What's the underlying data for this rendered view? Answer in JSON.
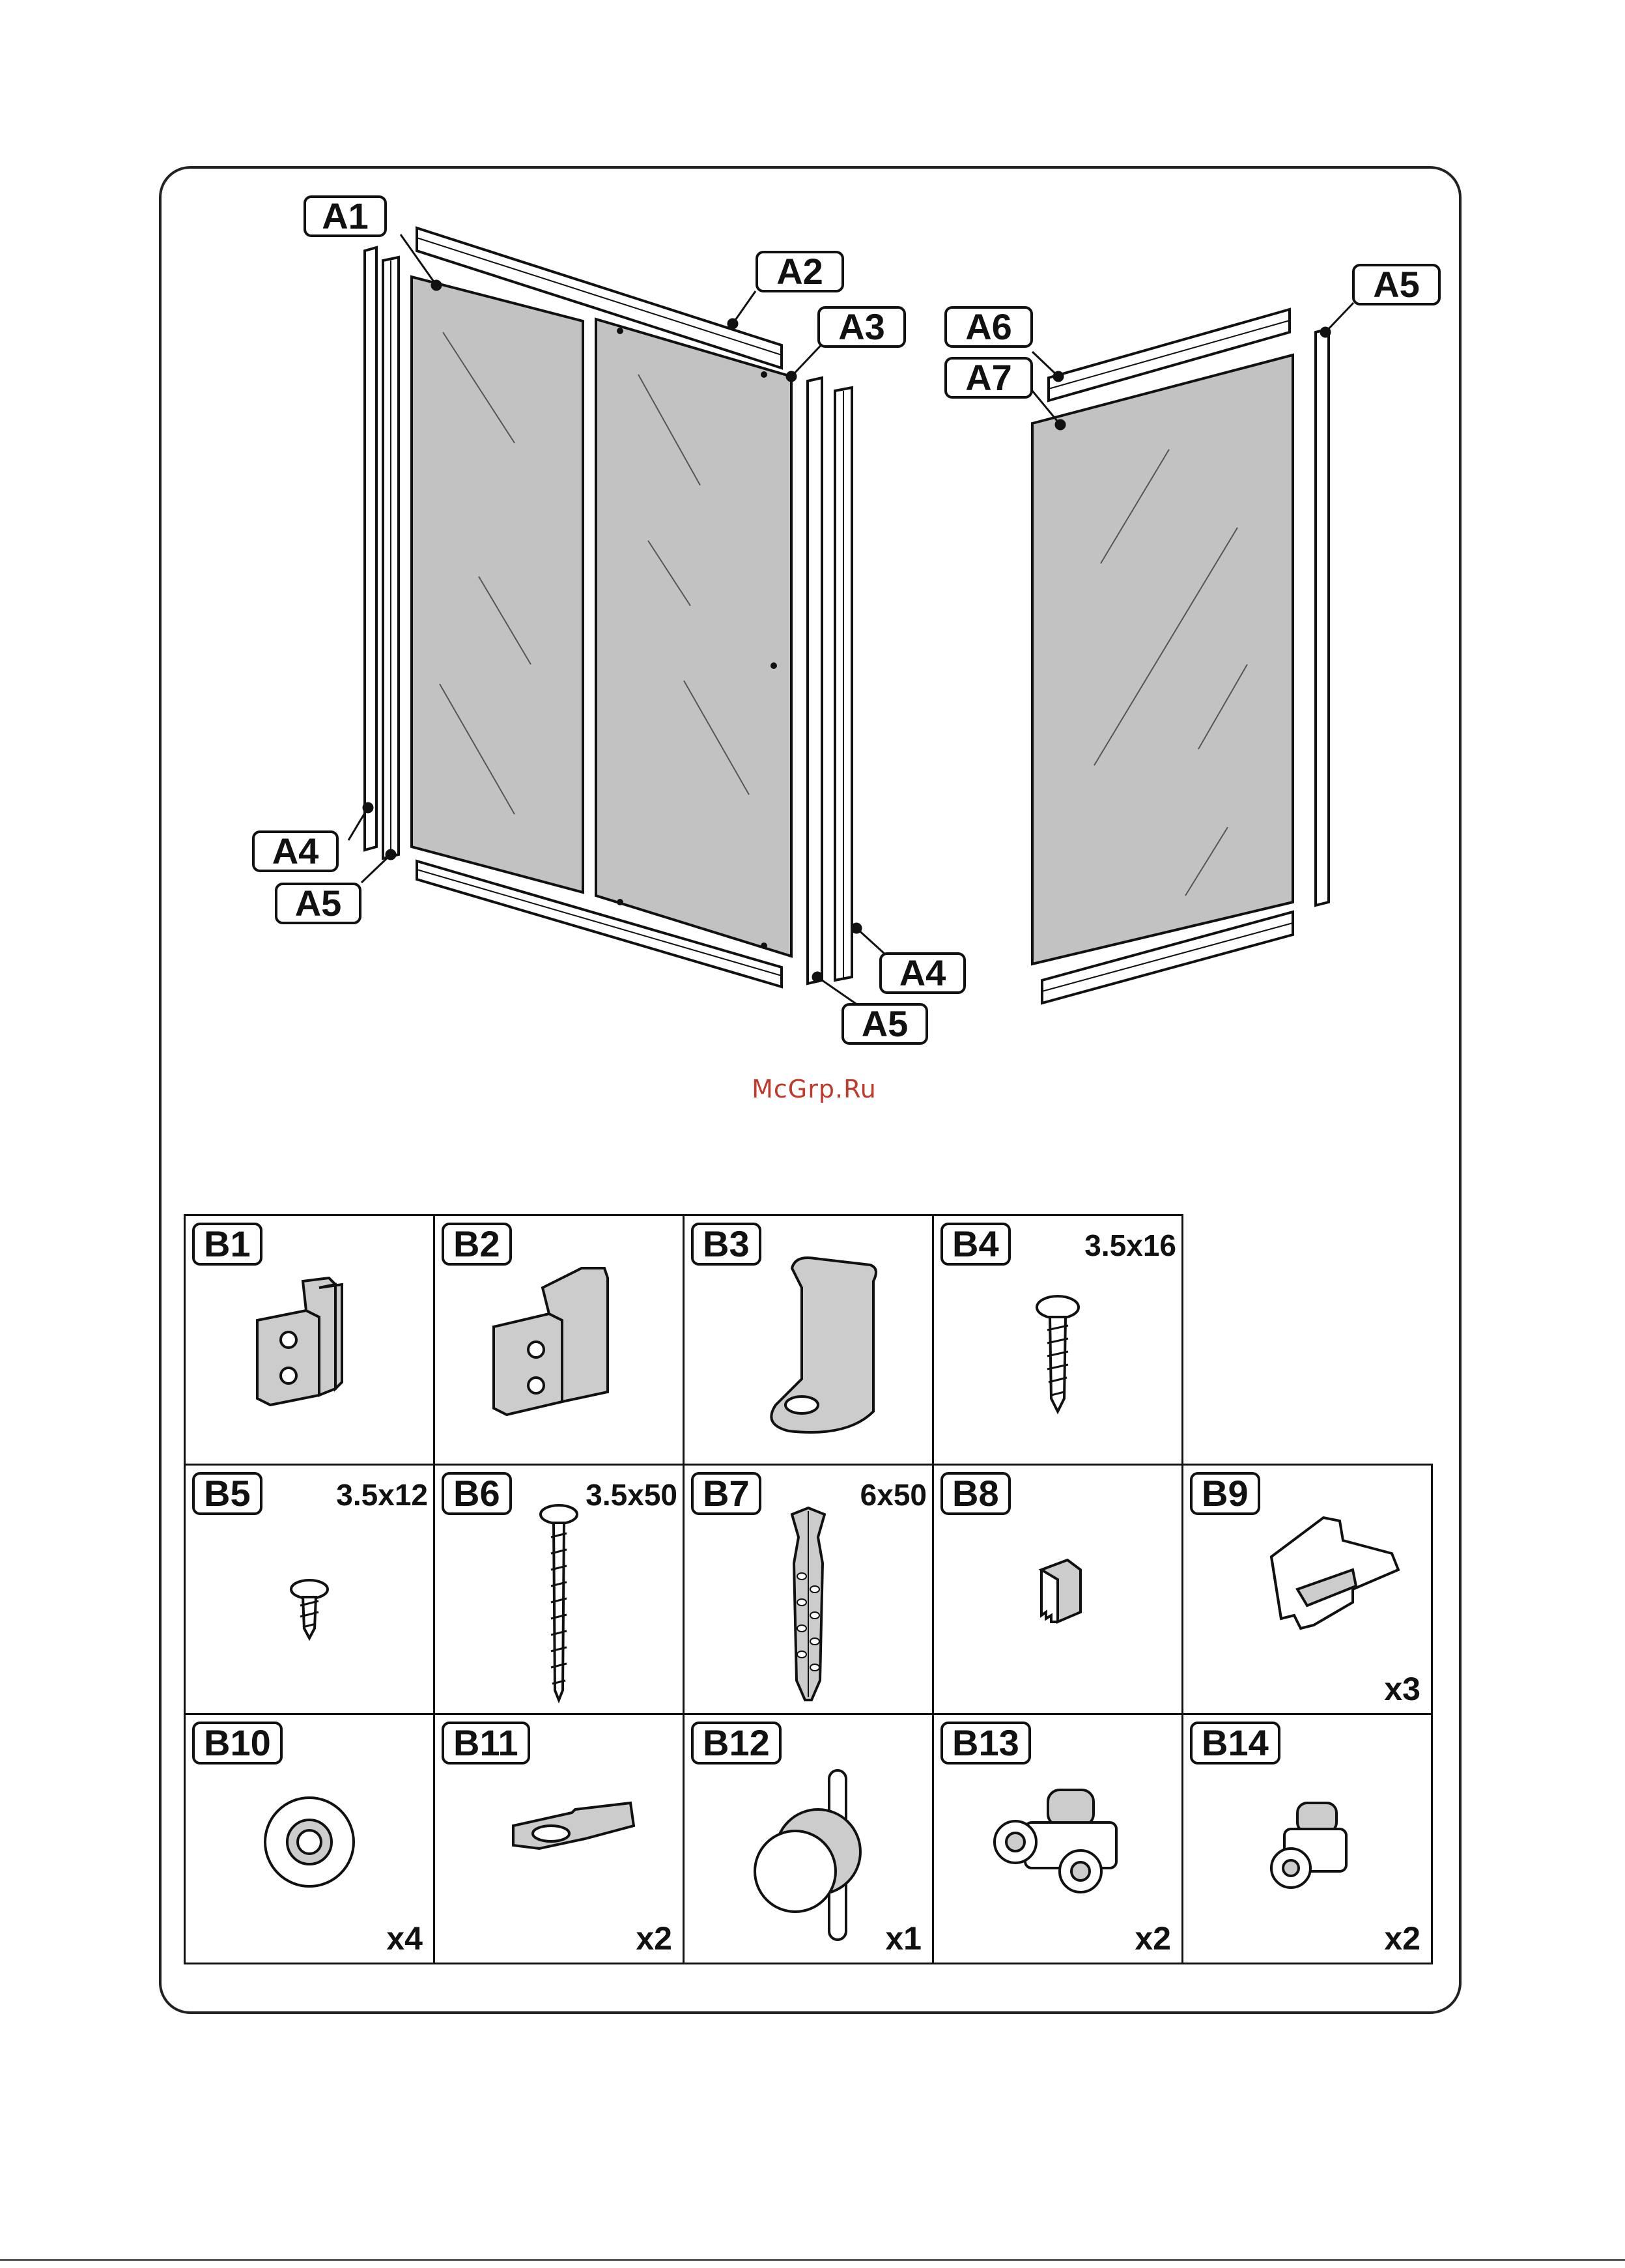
{
  "labels": {
    "a1": "A1",
    "a2": "A2",
    "a3": "A3",
    "a4_left": "A4",
    "a5_left": "A5",
    "a4_right": "A4",
    "a5_right": "A5",
    "a6": "A6",
    "a7": "A7",
    "a5_top": "A5"
  },
  "watermark": "McGrp.Ru",
  "parts": [
    {
      "id": "B1",
      "size": "",
      "qty": ""
    },
    {
      "id": "B2",
      "size": "",
      "qty": ""
    },
    {
      "id": "B3",
      "size": "",
      "qty": ""
    },
    {
      "id": "B4",
      "size": "3.5x16",
      "qty": ""
    },
    {
      "id": "B5",
      "size": "3.5x12",
      "qty": ""
    },
    {
      "id": "B6",
      "size": "3.5x50",
      "qty": ""
    },
    {
      "id": "B7",
      "size": "6x50",
      "qty": ""
    },
    {
      "id": "B8",
      "size": "",
      "qty": ""
    },
    {
      "id": "B9",
      "size": "",
      "qty": "x3"
    },
    {
      "id": "B10",
      "size": "",
      "qty": "x4"
    },
    {
      "id": "B11",
      "size": "",
      "qty": "x2"
    },
    {
      "id": "B12",
      "size": "",
      "qty": "x1"
    },
    {
      "id": "B13",
      "size": "",
      "qty": "x2"
    },
    {
      "id": "B14",
      "size": "",
      "qty": "x2"
    }
  ],
  "colors": {
    "glass": "#c2c2c2",
    "outline": "#111111",
    "part_fill": "#cccccc",
    "watermark": "#c0392b"
  }
}
